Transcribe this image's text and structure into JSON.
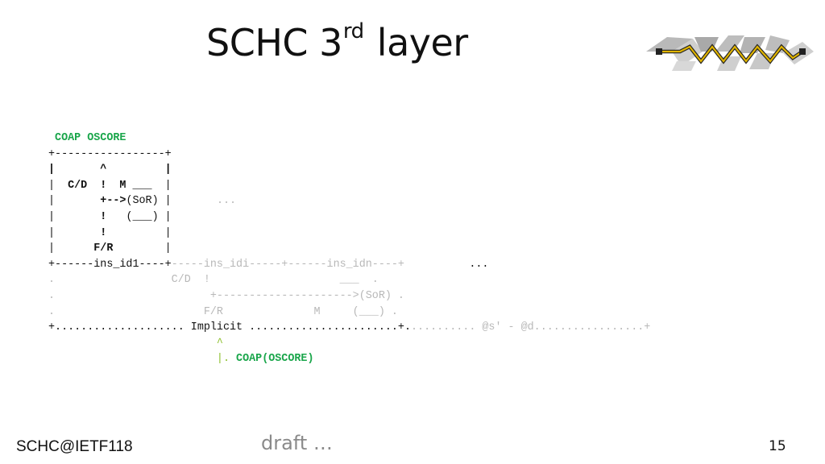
{
  "slide": {
    "title_main": "SCHC 3",
    "title_sup": "rd",
    "title_end": " layer",
    "logo_icon": "schc-zigzag-logo"
  },
  "diagram": {
    "l1": " COAP OSCORE",
    "l2": "+-----------------+",
    "l3": "|       ^         |",
    "l4a": "|  ",
    "l4b": "C/D  !  M",
    "l4c": " ___  |",
    "l5a": "|       ",
    "l5b": "+-->",
    "l5c": "(SoR) |",
    "l5d": "       ...",
    "l6a": "|       ",
    "l6b": "!",
    "l6c": "   (___) |",
    "l7a": "|       ",
    "l7b": "!",
    "l7c": "         |",
    "l8a": "|      ",
    "l8b": "F/R",
    "l8c": "        |",
    "l9a": "+------ins_id1----+",
    "l9b": "-----ins_idi-----+------ins_idn----+",
    "l9c": "          ...",
    "l10": ".                  C/D  !                    ___  .",
    "l11": ".                        +--------------------->(SoR) .",
    "l12": ".                       F/R              M     (___) .",
    "l13a": "+.................... Implicit .......................+.",
    "l13b": ".......... @s' - @d.................+",
    "l14": "                          ^",
    "l15a": "                          |. ",
    "l15b": "COAP(OSCORE)"
  },
  "footer": {
    "left": "SCHC@IETF118",
    "center": "draft …",
    "page": "15"
  },
  "colors": {
    "green": "#1aa64b",
    "faded": "#b8b8b8",
    "logo_gray": "#b8b8b8",
    "logo_gold": "#e0b400"
  }
}
